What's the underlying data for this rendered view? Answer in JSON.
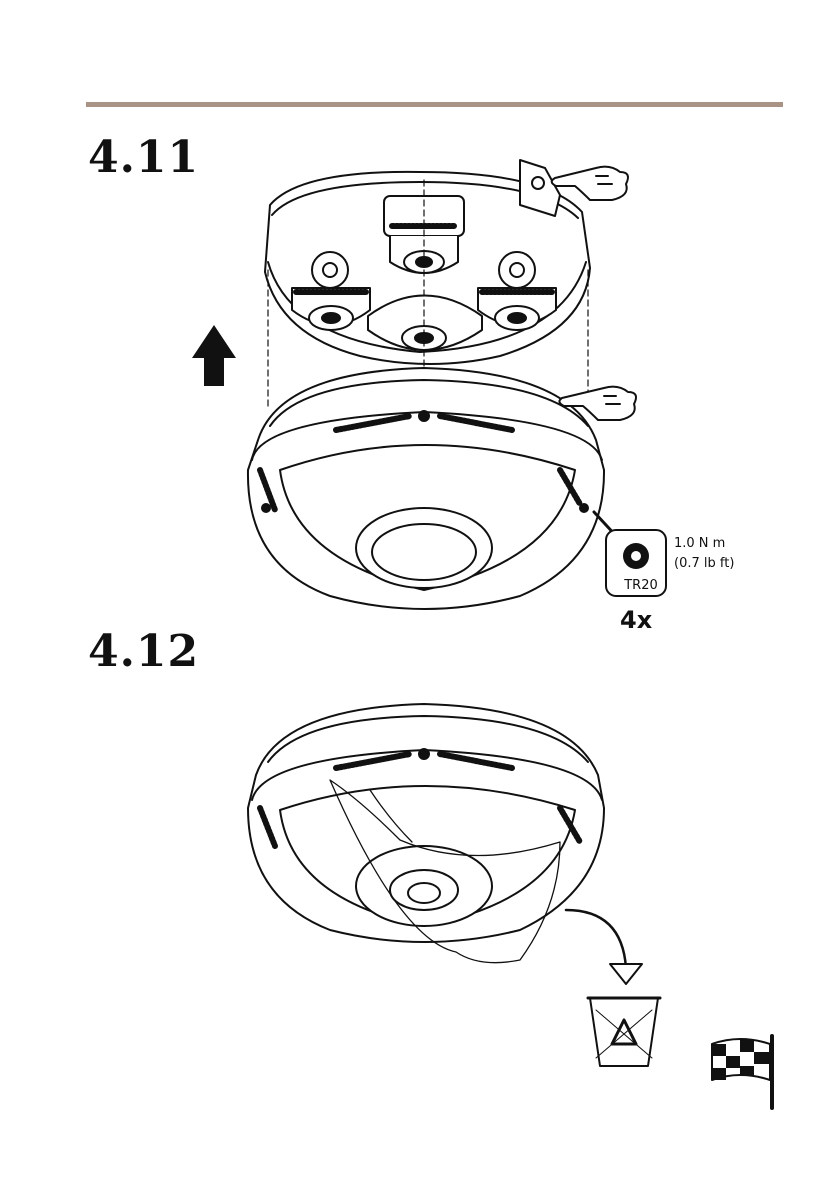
{
  "steps": [
    {
      "number": "4.11"
    },
    {
      "number": "4.12"
    }
  ],
  "torque": {
    "metric": "1.0 N m",
    "imperial": "(0.7 lb ft)",
    "tool": "TR20",
    "quantity": "4x"
  },
  "colors": {
    "rule": "#a89384",
    "line": "#111111"
  },
  "icons": {
    "arrow": "up-arrow-icon",
    "pointer": "pointing-hand-icon",
    "screw": "torx-screw-icon",
    "recycle": "recycle-bin-icon",
    "finish": "checkered-flag-icon"
  }
}
